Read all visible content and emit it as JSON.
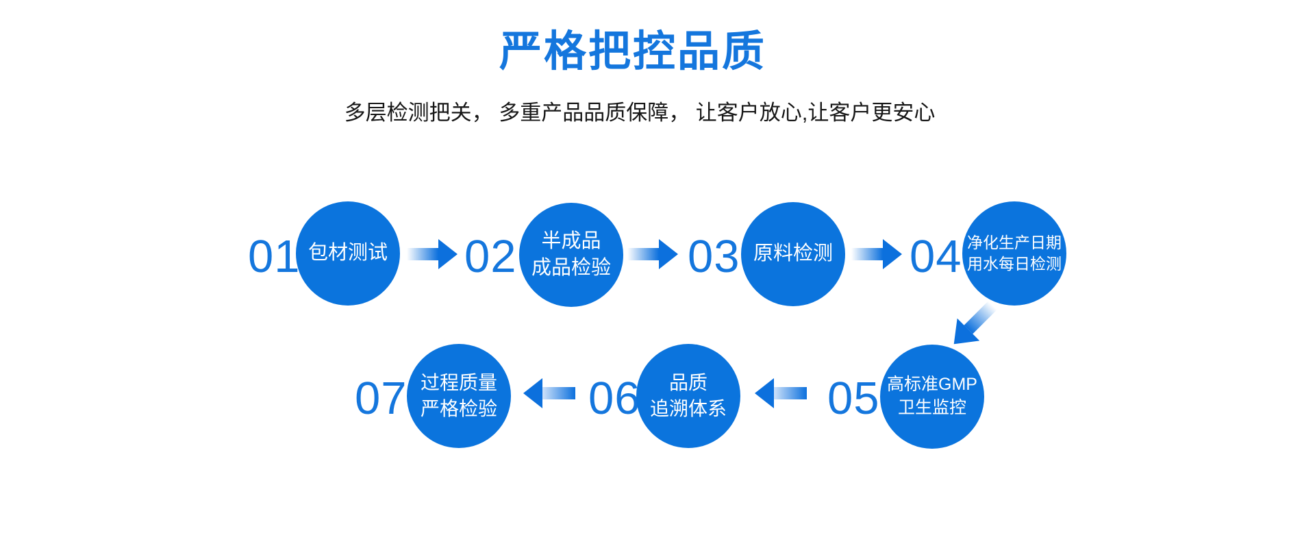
{
  "page": {
    "title": "严格把控品质",
    "subtitle": "多层检测把关， 多重产品品质保障， 让客户放心,让客户更安心"
  },
  "steps": [
    {
      "number": "01",
      "lines": [
        "包材测试"
      ]
    },
    {
      "number": "02",
      "lines": [
        "半成品",
        "成品检验"
      ]
    },
    {
      "number": "03",
      "lines": [
        "原料检测"
      ]
    },
    {
      "number": "04",
      "lines": [
        "净化生产日期",
        "用水每日检测"
      ]
    },
    {
      "number": "05",
      "lines": [
        "高标准GMP",
        "卫生监控"
      ]
    },
    {
      "number": "06",
      "lines": [
        "品质",
        "追溯体系"
      ]
    },
    {
      "number": "07",
      "lines": [
        "过程质量",
        "严格检验"
      ]
    }
  ],
  "colors": {
    "title_blue": "#1476dd",
    "circle_blue": "#0b74dd",
    "arrow_blue": "#0c70dd",
    "arrow_tail_light": "#ffffff",
    "circle_text": "#ffffff",
    "subtitle_text": "#171717",
    "background": "#ffffff"
  }
}
